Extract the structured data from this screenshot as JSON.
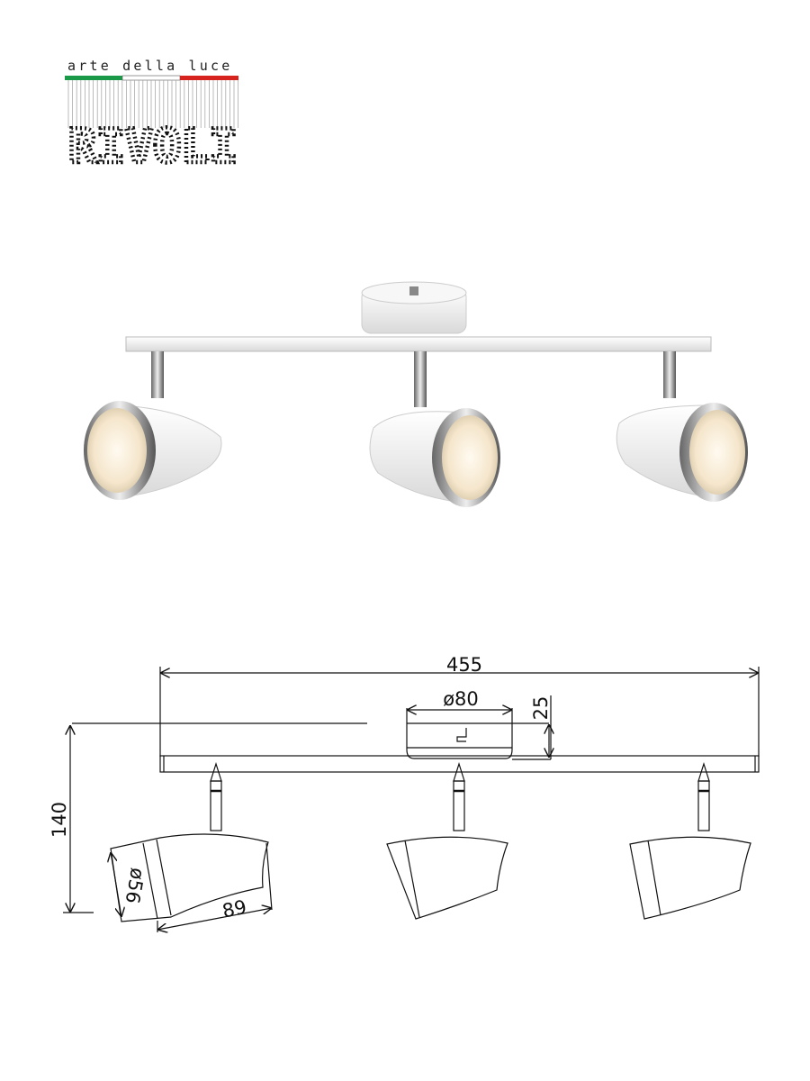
{
  "logo": {
    "tagline": "arte della luce",
    "brand": "RIVOLI",
    "flag_colors": [
      "#1a9a48",
      "#ffffff",
      "#d7231e"
    ]
  },
  "drawing": {
    "width_label": "455",
    "canopy_diameter_label": "ø80",
    "canopy_height_label": "25",
    "total_height_label": "140",
    "shade_diameter_label": "ø56",
    "shade_length_label": "89"
  }
}
